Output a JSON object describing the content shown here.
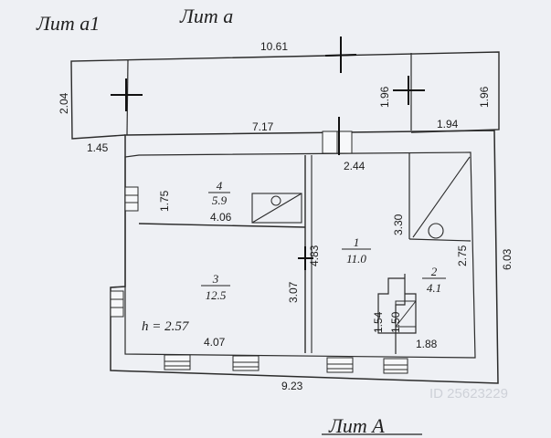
{
  "headers": {
    "lit_a1": "Лит а1",
    "lit_a": "Лит а",
    "lit_A": "Лит А"
  },
  "dimensions": {
    "top_length": "10.61",
    "left_ext": "2.04",
    "ext_height": "1.96",
    "right_ext": "1.96",
    "offset_145": "1.45",
    "length_717": "7.17",
    "length_194": "1.94",
    "door_244": "2.44",
    "room4_h": "1.75",
    "room4_w": "4.06",
    "right_wall": "6.03",
    "closet_h": "3.30",
    "room2_h": "2.75",
    "partition": "4.83",
    "room3_h": "3.07",
    "small_154": "1.54",
    "small_150": "1.50",
    "room3_w": "4.07",
    "room2_w": "1.88",
    "bottom_length": "9.23",
    "ceiling_height": "h = 2.57"
  },
  "rooms": [
    {
      "num": "4",
      "area": "5.9"
    },
    {
      "num": "1",
      "area": "11.0"
    },
    {
      "num": "3",
      "area": "12.5"
    },
    {
      "num": "2",
      "area": "4.1"
    }
  ],
  "watermark": "ID 25623229"
}
